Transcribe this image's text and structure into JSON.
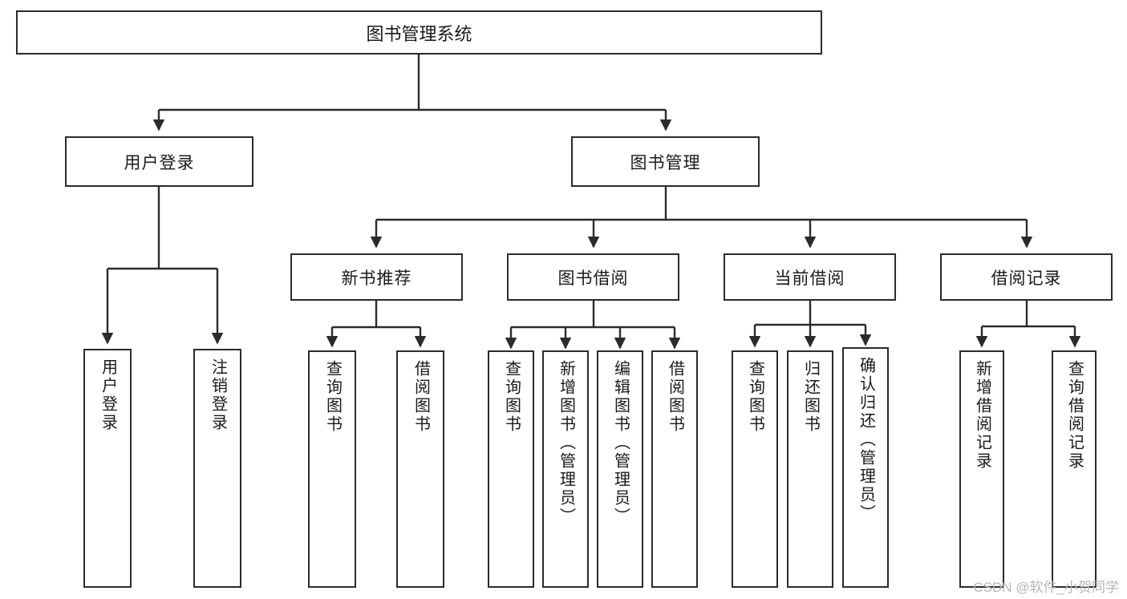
{
  "diagram": {
    "title": "图书管理系统",
    "type": "tree",
    "watermark": "CSDN @软件_小贺同学",
    "colors": {
      "stroke": "#2b2b2b",
      "fill": "#ffffff",
      "text": "#1a1a1a",
      "watermark": "#b6b6b6"
    },
    "root": {
      "label": "图书管理系统"
    },
    "level2": [
      {
        "label": "用户登录"
      },
      {
        "label": "图书管理"
      }
    ],
    "level3": [
      {
        "label": "新书推荐"
      },
      {
        "label": "图书借阅"
      },
      {
        "label": "当前借阅"
      },
      {
        "label": "借阅记录"
      }
    ],
    "leaves": {
      "user_login": [
        {
          "label": "用户登录"
        },
        {
          "label": "注销登录"
        }
      ],
      "new_book": [
        {
          "label": "查询图书"
        },
        {
          "label": "借阅图书"
        }
      ],
      "book_borrow": [
        {
          "label": "查询图书"
        },
        {
          "label": "新增图书（管理员）"
        },
        {
          "label": "编辑图书（管理员）"
        },
        {
          "label": "借阅图书"
        }
      ],
      "current_borrow": [
        {
          "label": "查询图书"
        },
        {
          "label": "归还图书"
        },
        {
          "label": "确认归还（管理员）"
        }
      ],
      "borrow_record": [
        {
          "label": "新增借阅记录"
        },
        {
          "label": "查询借阅记录"
        }
      ]
    }
  }
}
